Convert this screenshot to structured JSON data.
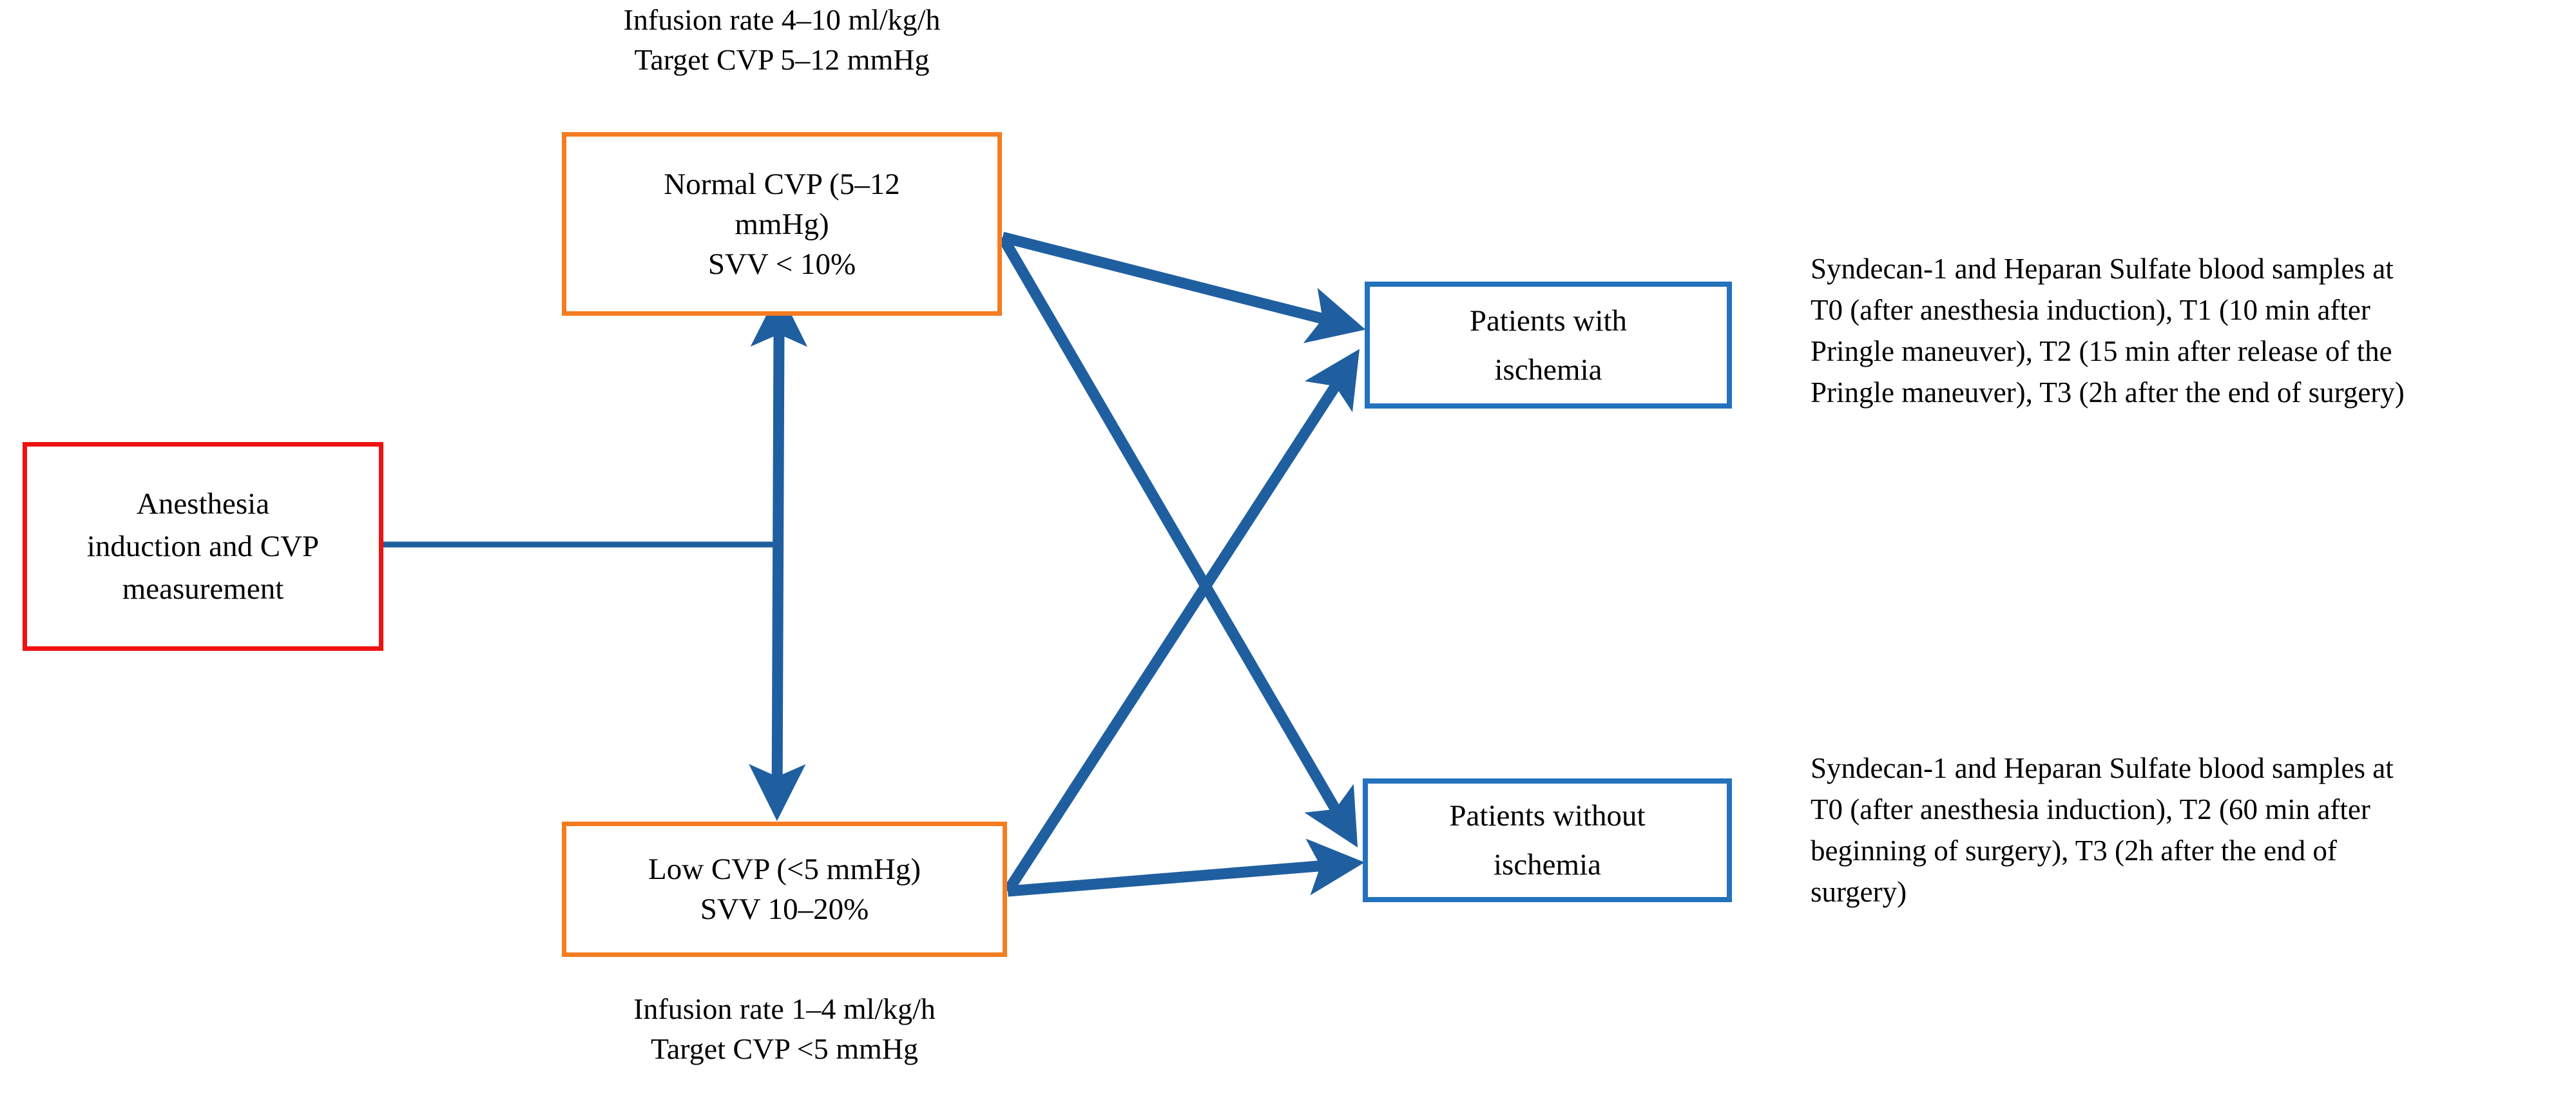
{
  "figure": {
    "type": "flowchart",
    "title": "Study protocol flow: CVP management and blood sampling timepoints"
  },
  "colors": {
    "red_border": "#EE1111",
    "orange_border": "#F57C20",
    "blue_border": "#2272BC",
    "arrow_blue": "#1F5FA0",
    "text": "#000000",
    "background": "#FFFFFF"
  },
  "nodes": {
    "anesthesia": {
      "name": "Anesthesia induction and CVP measurement",
      "lines": [
        "Anesthesia",
        "induction and CVP",
        "measurement"
      ],
      "border_color": "#EE1111"
    },
    "normal_cvp": {
      "name": "Normal CVP group",
      "lines": [
        "Normal CVP (5–12",
        "mmHg)",
        "SVV < 10%"
      ],
      "border_color": "#F57C20"
    },
    "low_cvp": {
      "name": "Low CVP group",
      "lines": [
        "Low CVP (<5 mmHg)",
        "SVV 10–20%"
      ],
      "border_color": "#F57C20"
    },
    "with_ischemia": {
      "name": "Patients with ischemia",
      "lines": [
        "Patients with",
        "ischemia"
      ],
      "border_color": "#2272BC"
    },
    "without_ischemia": {
      "name": "Patients without ischemia",
      "lines": [
        "Patients without",
        "ischemia"
      ],
      "border_color": "#2272BC"
    }
  },
  "captions": {
    "normal_cvp_protocol": {
      "lines": [
        "Infusion rate 4–10 ml/kg/h",
        "Target CVP 5–12 mmHg"
      ]
    },
    "low_cvp_protocol": {
      "lines": [
        "Infusion rate 1–4 ml/kg/h",
        "Target CVP <5 mmHg"
      ]
    }
  },
  "sidenotes": {
    "ischemia_sampling": {
      "lines": [
        "Syndecan-1 and Heparan Sulfate blood samples at",
        "T0 (after anesthesia induction), T1 (10 min after",
        "Pringle maneuver), T2 (15 min after release of the",
        "Pringle maneuver), T3 (2h after the end of surgery)"
      ]
    },
    "no_ischemia_sampling": {
      "lines": [
        "Syndecan-1 and Heparan Sulfate blood samples at",
        "T0 (after anesthesia induction), T2 (60 min after",
        "beginning of surgery), T3 (2h after the end of",
        "surgery)"
      ]
    }
  },
  "connectors": [
    {
      "name": "anesthesia-to-cvp-split",
      "from": "anesthesia",
      "to": "cvp-selector",
      "style": "plain-line"
    },
    {
      "name": "normal-cvp-to-low-cvp",
      "from": "normal_cvp",
      "to": "low_cvp",
      "style": "double-headed-arrow"
    },
    {
      "name": "normal-cvp-to-with-ischemia",
      "from": "normal_cvp",
      "to": "with_ischemia",
      "style": "arrow"
    },
    {
      "name": "normal-cvp-to-without-ischemia",
      "from": "normal_cvp",
      "to": "without_ischemia",
      "style": "arrow"
    },
    {
      "name": "low-cvp-to-with-ischemia",
      "from": "low_cvp",
      "to": "with_ischemia",
      "style": "arrow"
    },
    {
      "name": "low-cvp-to-without-ischemia",
      "from": "low_cvp",
      "to": "without_ischemia",
      "style": "arrow"
    }
  ]
}
